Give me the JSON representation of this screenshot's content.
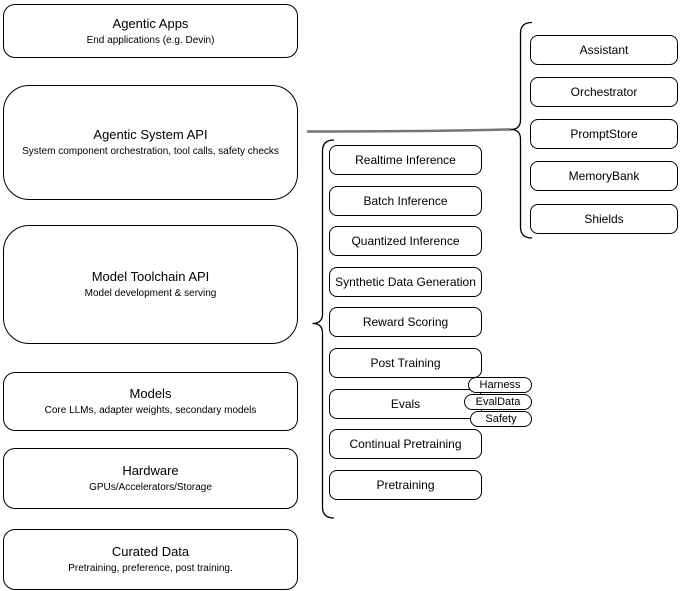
{
  "diagram": {
    "left_column": [
      {
        "title": "Agentic Apps",
        "subtitle": "End applications (e.g. Devin)"
      },
      {
        "title": "Agentic System API",
        "subtitle": "System component orchestration, tool calls, safety checks"
      },
      {
        "title": "Model Toolchain API",
        "subtitle": "Model development & serving"
      },
      {
        "title": "Models",
        "subtitle": "Core LLMs, adapter weights, secondary models"
      },
      {
        "title": "Hardware",
        "subtitle": "GPUs/Accelerators/Storage"
      },
      {
        "title": "Curated Data",
        "subtitle": "Pretraining, preference, post training."
      }
    ],
    "toolchain_services": [
      "Realtime Inference",
      "Batch Inference",
      "Quantized Inference",
      "Synthetic Data Generation",
      "Reward Scoring",
      "Post Training",
      "Evals",
      "Continual Pretraining",
      "Pretraining"
    ],
    "eval_components": [
      "Harness",
      "EvalData",
      "Safety"
    ],
    "system_components": [
      "Assistant",
      "Orchestrator",
      "PromptStore",
      "MemoryBank",
      "Shields"
    ],
    "colors": {
      "box_fill": "#ffffff",
      "box_stroke": "#000000",
      "connector_line": "#757575",
      "background": "#ffffff"
    }
  }
}
